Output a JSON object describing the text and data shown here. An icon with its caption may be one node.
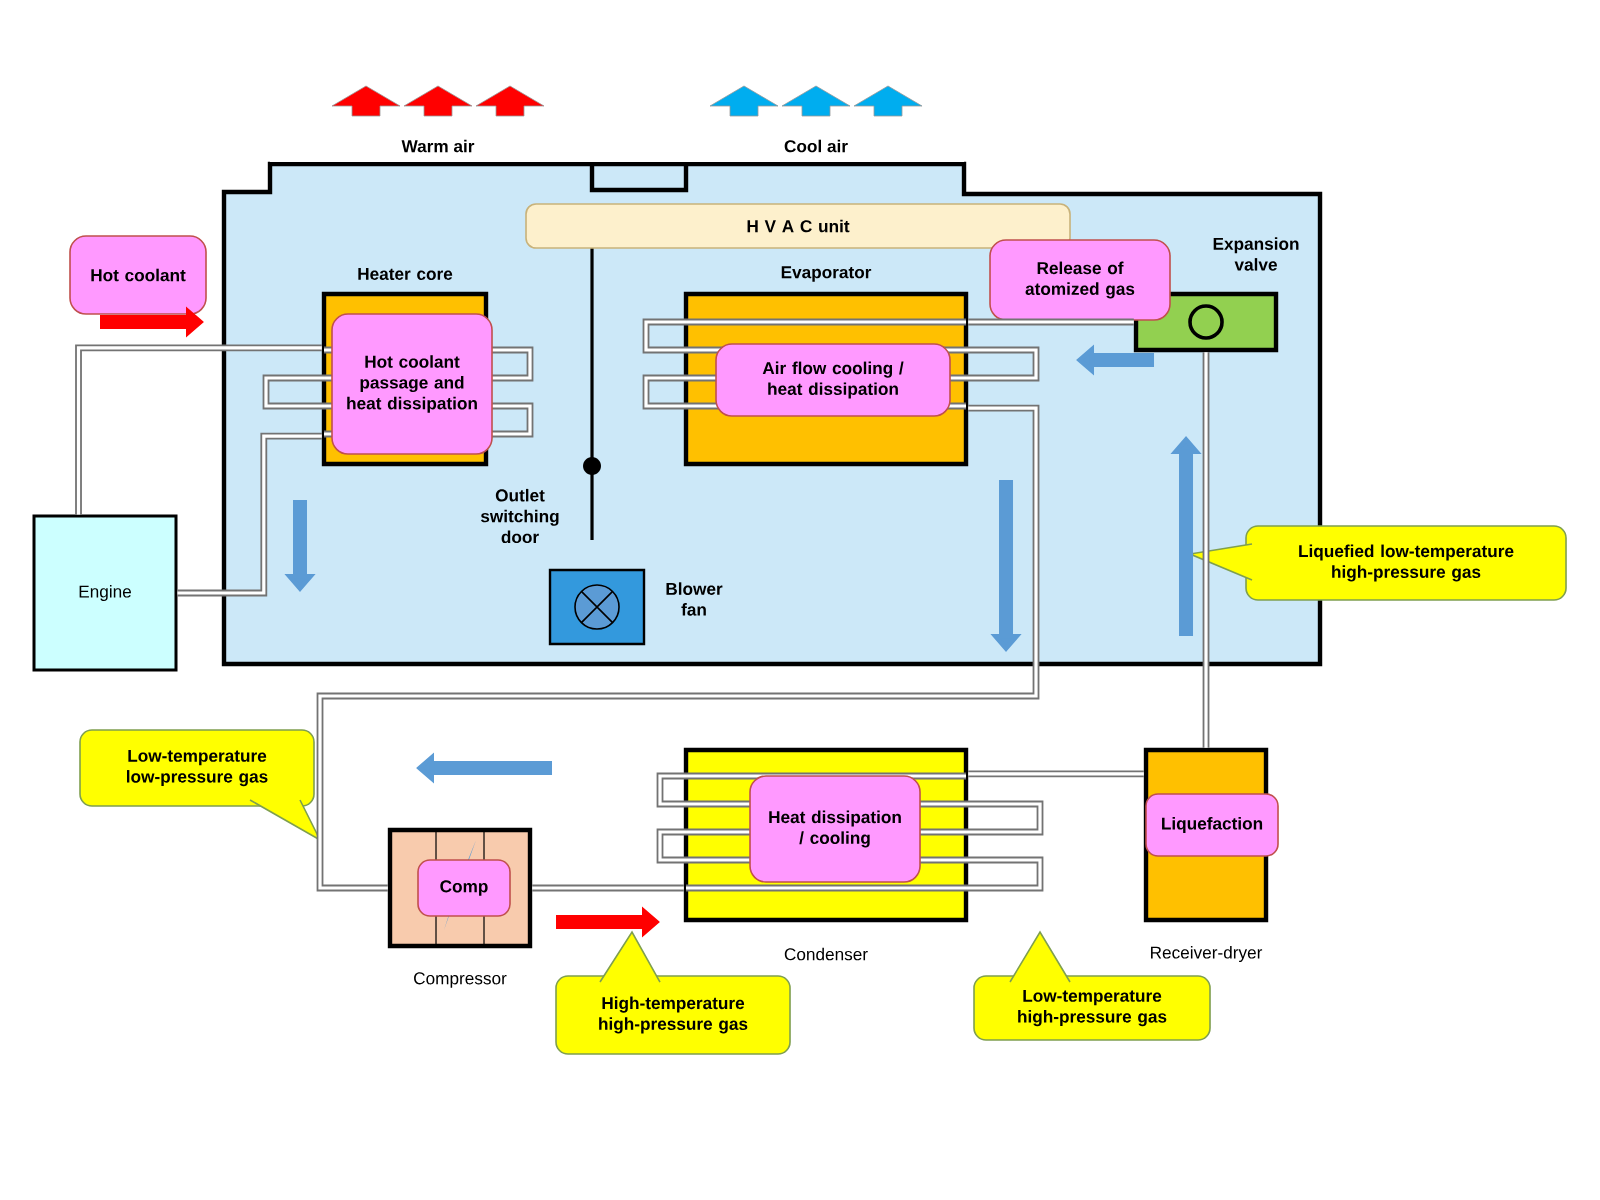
{
  "diagram": {
    "nodes": [
      {
        "text": [
          "H V A C  unit"
        ]
      },
      {
        "text": [
          "Heater core"
        ]
      },
      {
        "text": [
          "Hot coolant passage and heat dissipation"
        ],
        "in": 1
      },
      {
        "text": [
          "Evaporator"
        ]
      },
      {
        "text": [
          "Air flow cooling / heat dissipation"
        ],
        "in": 3
      },
      {
        "text": [
          "Expansion valve"
        ]
      },
      {
        "text": [
          "Release of atomized gas"
        ]
      },
      {
        "text": [
          "Blower fan"
        ]
      },
      {
        "text": [
          "Engine"
        ]
      },
      {
        "text": [
          "Hot coolant"
        ]
      },
      {
        "text": [
          "Compressor"
        ]
      },
      {
        "text": [
          "Comp"
        ],
        "in": 10
      },
      {
        "text": [
          "Condenser"
        ]
      },
      {
        "text": [
          "Heat dissipation / cooling"
        ],
        "in": 12
      },
      {
        "text": [
          "Receiver-dryer"
        ]
      },
      {
        "text": [
          "Liquefaction"
        ],
        "in": 14
      },
      {
        "text": [
          "Liquefied low-temperature high-pressure gas"
        ]
      },
      {
        "text": [
          "Low-temperature low-pressure gas"
        ]
      },
      {
        "text": [
          "High-temperature high-pressure gas"
        ]
      },
      {
        "text": [
          "Low-temperature high-pressure gas"
        ]
      }
    ],
    "edges": [
      {
        "from": 8,
        "to": 1,
        "arrow": "none"
      },
      {
        "from": 1,
        "to": 8,
        "arrow": "none"
      },
      {
        "from": 10,
        "to": 12,
        "arrow": "none"
      },
      {
        "from": 12,
        "to": 14,
        "arrow": "none"
      },
      {
        "from": 14,
        "to": 5,
        "arrow": "none"
      },
      {
        "from": 5,
        "to": 3,
        "arrow": "none"
      },
      {
        "from": 3,
        "to": 10,
        "arrow": "none"
      }
    ],
    "labels": [
      "Warm air",
      "Cool air",
      "Outlet switching door"
    ]
  }
}
